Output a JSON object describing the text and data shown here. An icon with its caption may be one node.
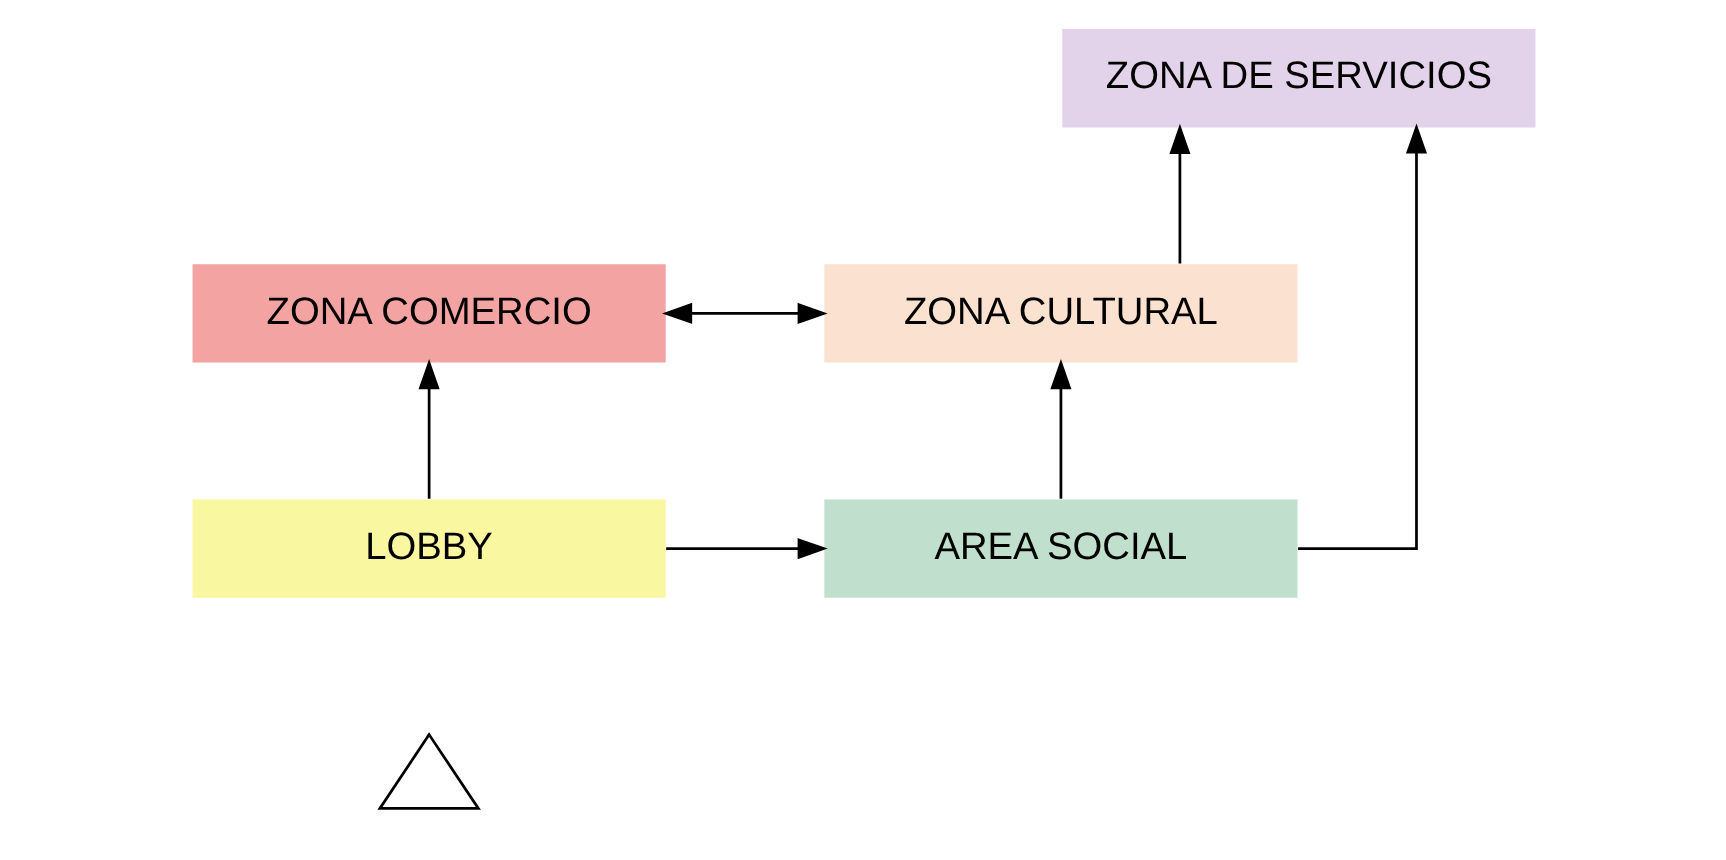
{
  "diagram": {
    "nodes": [
      {
        "text": [
          "ZONA DE SERVICIOS"
        ]
      },
      {
        "text": [
          "ZONA COMERCIO"
        ]
      },
      {
        "text": [
          "ZONA CULTURAL"
        ]
      },
      {
        "text": [
          "LOBBY"
        ]
      },
      {
        "text": [
          "AREA SOCIAL"
        ]
      },
      {
        "text": [],
        "shape": "triangle"
      }
    ],
    "edges": [
      {
        "from": 3,
        "to": 1,
        "arrow": "to"
      },
      {
        "from": 3,
        "to": 4,
        "arrow": "to"
      },
      {
        "from": 4,
        "to": 0,
        "arrow": "to"
      },
      {
        "from": 2,
        "to": 0,
        "arrow": "to"
      },
      {
        "from": 1,
        "to": 2,
        "arrow": "both"
      },
      {
        "from": 4,
        "to": 2,
        "arrow": "to"
      }
    ]
  }
}
